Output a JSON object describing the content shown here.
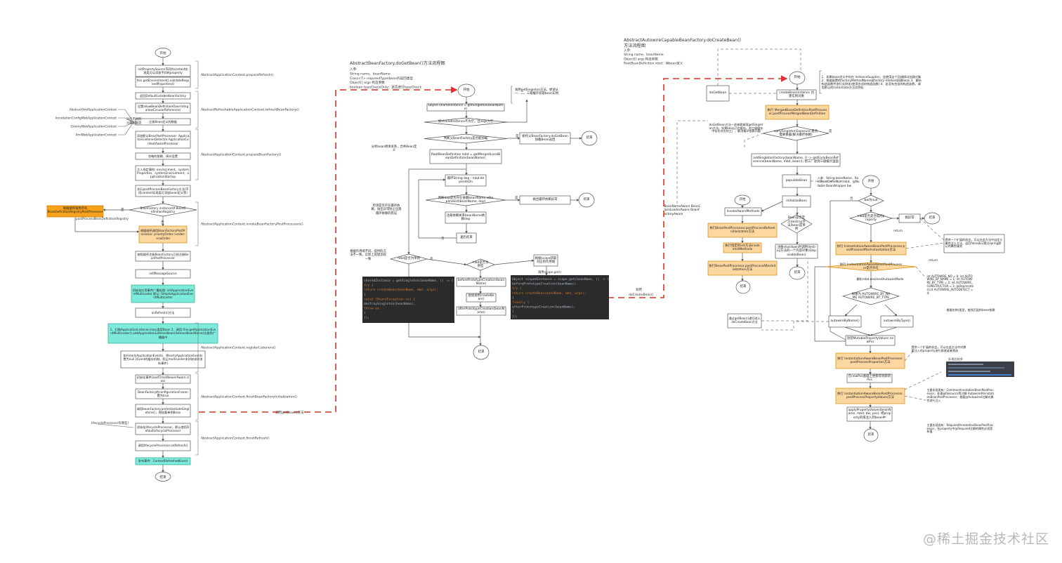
{
  "watermark": "@稀土掘金技术社区",
  "colors": {
    "stroke": "#555555",
    "box_fill": "#ffffff",
    "orange": "#fdd7a0",
    "orange_dark": "#f7a21b",
    "teal": "#7eeadb",
    "red_dash": "#d9342b",
    "code_bg": "#2b2b2b"
  },
  "left": {
    "start": "开始",
    "end": "结束",
    "steps": [
      "initPropertySource不同的context实现类可以添加不同的property",
      "this.getEnvironment().validateRequiredProperties()",
      "返回DefaultListableBeanFactory",
      "设置allowBeanDefinitionOverriding allowCircularReferences",
      "注册Bean定义的数据",
      "添加默认BeanPostProcessor: ApplicationListenerDetector ApplicationContextAwareProcessor",
      "忽略的依赖、接口设置",
      "注入指定事例: environment、systemProperties、systemEnvironment、applicationStartup",
      "执行postProcessBeanFactory方法(不同context实现类可添加bean定义等)",
      "BeanFactory instanceOf BeanDefinitionRegistry",
      "根据顺序调用BeanFactoryPostProcessor: priorityOrder->order->noOrder",
      "按照顺序注册BeanFactory已经注册BeanPostProcessor",
      "initMessageSource",
      "初始化应用事件广播处理: initApplicationEventMulticaster 默认: SimpleApplicationEventMulticaster",
      "onRefresh()方法",
      "1、扫描ApplicationListener.class类型Bean 2、调用 this.getApplicationEventMulticaster().addApplicationListenerBean(listenerBeanName)注册到广播器中",
      "执行earlyApplicationEvents、把earlyApplicationEvents置为null (Event的缓存机制，防止multicaster未初始化时发布事件)",
      "初始化事件LoadTimeWeaverAware.class",
      "BeanFactory的configurationFrozen置为true",
      "调用beanFactory.preInstantiateSingletons()，预加载单例Bean",
      "初始化lifecycleProcessor，默认使用DefaultLifecycleProcessor",
      "调用lifecycleProcessor.onRefresh()",
      "发布事件：ContextRefreshedEvent"
    ],
    "orange_left": "根据顺序调用所有BeanDefinitionRegistryPostProcessor",
    "yes": "是",
    "no": "否",
    "pp_label": "postProcessBeanDefinitionRegistry",
    "braces": [
      "AbstractApplicationContext.prepareRefresh()",
      "AbstractRefreshableApplicationContext.refreshBeanFactory()",
      "AbstractApplicationContext.prepareBeanFactory()",
      "AbstractApplicationContext.invokeBeanFactoryPostProcessors()",
      "AbstractApplicationContext.registerListeners()",
      "AbstractApplicationContext.finishBeanFactoryInitialization()",
      "AbstractApplicationContext.finishRefresh()"
    ],
    "context_classes": [
      "AbstractXmlApplicationContext",
      "AnnotationConfigWebApplicationContext",
      "GroovyWebApplicationContext",
      "XmlWebApplicationContext"
    ],
    "context_note": "对应不同的元数据类型",
    "lifecycle_note": "lifecycleProcessor有哪些?",
    "call_getbean": "调用getBean()方法"
  },
  "middle": {
    "title": "AbstractBeanFactory.doGetBean()方法流程图",
    "params": [
      "入参:",
      "String name、beanName",
      "Class<T> requiredType(bean的返回类型",
      "Object[] args 构造参数",
      "boolean typeCheckOnly：是否进行typeCheck"
    ],
    "start": "开始",
    "end": "结束",
    "steps": [
      "Object sharedInstance = getSingleton(beanName)",
      "如sharedInstance不为空，且args为空",
      "判断父BeanFactory是否能加载",
      "RootBeanDefinition mbd = getMergedLocalBeanDefinition(beanName);",
      "循环String dep : mbd.dependsOn",
      "判断dep是否存在依赖beanName isDependent(beanName, dep)",
      "注册依赖关系beanName依赖dep",
      "遍历结束",
      "mbd是否为单例",
      "mbd是否为原型",
      "beforePrototypeCreation(beanName)",
      "直接调用createBean()",
      "afterPrototypeCreation(beanName)",
      "根据scope获取对应的作用域",
      "抛出循环依赖异常",
      "委托父BeanFactory.doGetBean加载Bean返回"
    ],
    "notes": [
      "调用getSingleton方法，尝试从一、二、三级缓存获取bean实例",
      "分析bean继承关系，合并Bean定义",
      "检测是否存在循环依赖，抛出异常防止出现循环依赖的错误",
      "根据作用域不同，提供的方法不一致，实际上处理流程一致",
      "调用scope.get()"
    ],
    "yes": "是",
    "no": "否",
    "code1": [
      "sharedInstance = getSingleton(beanName, () -> {",
      "    try {",
      "        return createBean(beanName, mbd, args);",
      "    }",
      "    catch (BeansException ex) {",
      "        destroySingleton(beanName);",
      "        throw ex;",
      "    }",
      "});"
    ],
    "code2": [
      "Object scopedInstance = scope.get(beanName, () -> {",
      "    beforePrototypeCreation(beanName);",
      "    try {",
      "        return createBean(beanName, mbd, args);",
      "    }",
      "    finally {",
      "        afterPrototypeCreation(beanName);",
      "    }",
      "});"
    ],
    "call_docreate": "调用 doCreateBean()"
  },
  "right": {
    "title": "AbstractAutowireCapableBeanFactory.doCreateBean() 方法流程图",
    "params": [
      "入参:",
      "String name、beanName",
      "Object[] args 构造参数",
      "RootBeanDefinition mbd：待bean定义"
    ],
    "start": "开始",
    "end": "结束",
    "steps": [
      "createBeanInstance 创建实例对象",
      "执行 MergedBeanDefinitionPostProcessor.postProcessMergedBeanDefinition",
      "earlySingletonExposure 是否需要暴露(解决循环依赖)",
      "addSingletonFactory(beanName, () -> getEarlyBeanReference(beanName, mbd, bean)); 把工厂放到三级缓存里面",
      "populateBean",
      "initializeBean",
      "Bean是否定义destroy方法/bean是单例",
      "注册shutdown时调用destroy方法的一个内部对象(DisposableBean)",
      "InvokeAwareMethods",
      "执行BeanPostProcessor.postProcessBeforeInitialization方法",
      "执行指定的init方法invokeInitMethods",
      "执行BeanPostProcessor.postProcessAfterInitialization方法",
      "bw为null",
      "mbd是否是合成的property",
      "抛异常",
      "执行 InstantiationAwareBeanPostProcessor.postProcessAfterInstantiation方法",
      "执行 InstantiationAwareBeanPostProcessor是否存在",
      "如果为 AUTOWIRE_BY_NAME AUTOWIRE_BY_TYPE",
      "autowireByName()",
      "autowireByType()",
      "封装MutablePropertyValues newPvs",
      "执行 InstantiationAwareBeanPostProcessor.postProcessProperties方法",
      "在newPvs基础上更新得到新的Pvs",
      "执行 InstantiationAwareBeanPostProcessor.postProcessPropertyValues方法",
      "applyPropertyValues(beanName, mbd, bw, pvs): 把property的值注入到bean中"
    ],
    "notes": [
      "1、如果bean定义中存在 InstanceSupplier，会使用这个回调接口创建对象 2、根据配置的factoryMethodName或factory-mtehod创建bean 3、解析构造函数并进行实例化(使用合适的构造函数) 4、若没有合适的构造函数，调用默认的instantiate方法实例化",
      "doGetBean",
      "doGetBean方法一进来就调用getSingleton方法。如果bean已在缓存，则三级缓存中存在对应的工厂，解决循环依赖问题",
      "BeanNameAware BeanClassLoaderAware BeanFactoryAware",
      "入参：String beanName、RootBeanDefinition mbd、@Nullable BeanWrapper bw",
      "提供一个扩展的机会，可以在此方法中自定义属性注入方法，返回false表示跳过spring默认的属性填充",
      "return",
      "通过getBean()递归进入doCreateBean方法",
      "根据名称/类型，查找匹配的bean依赖",
      "解析mbd.resolvedAutowireMode",
      "int AUTOWIRE_NO = 0; int AUTOWIRE_BY_NAME = 1; int AUTOWIRE_BY_TYPE = 2; int AUTOWIRE_CONSTRUCTOR = 3; @Deprecated int AUTOWIRE_AUTODETECT = 4;",
      "提供一个扩展的机会，可以在此方法中对需要注入的property进行修改或者筛选",
      "实现比较多",
      "主要实现类有：CommonAnnotationBeanPostProcessor，处理@Resource等注解 AutowiredAnnotationBeanPostProcessor：根据@Autowired注解对属性进行注入",
      "主要实现类有：RequiredAnnotationBeanPostProcessor，在property中@Required注解的属性必须是有值"
    ],
    "yes": "是",
    "no": "否"
  }
}
